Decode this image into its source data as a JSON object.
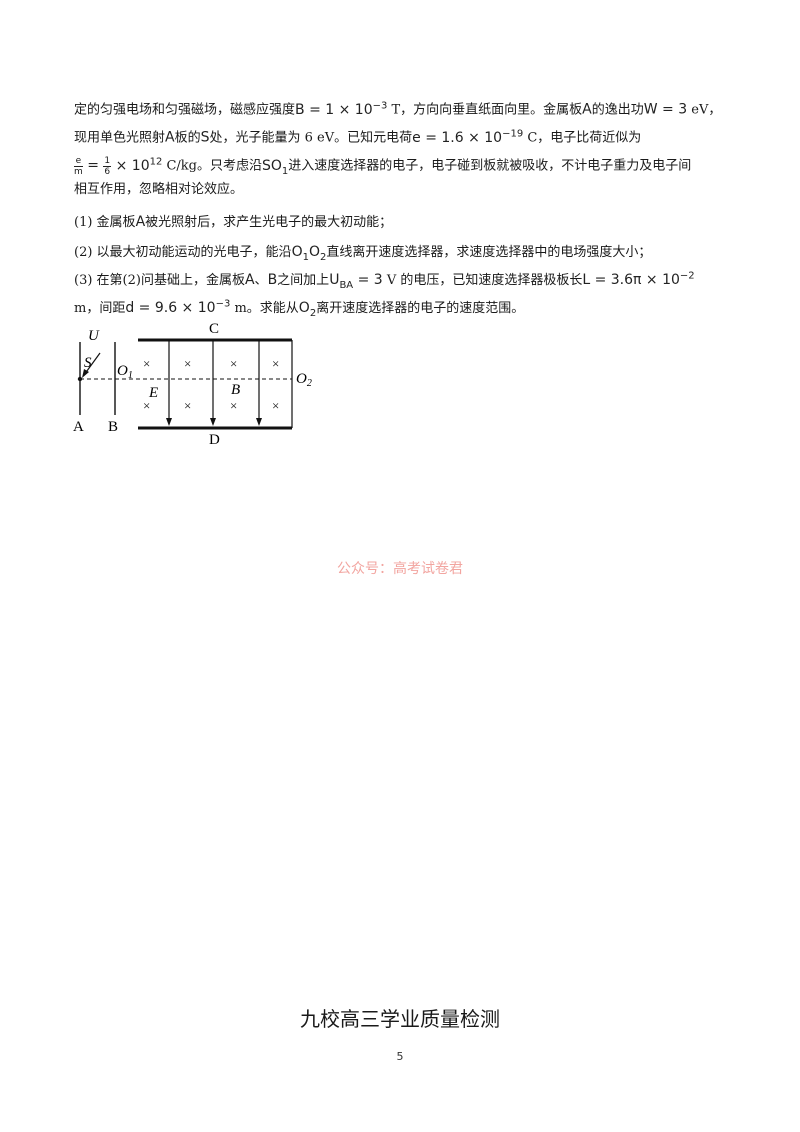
{
  "paragraph": {
    "l1": {
      "a": "定的匀强电场和匀强磁场，磁感应强度",
      "b_sym": "B = 1 × 10",
      "b_exp": "−3",
      "b_unit": " T，方向向垂直纸面向里。金属板",
      "A": "A",
      "c": "的逸出功",
      "w_sym": "W = 3",
      "w_unit": " eV，"
    },
    "l2": {
      "a": "现用单色光照射",
      "A": "A",
      "b": "板的",
      "S": "S",
      "c": "处，光子能量为 6 eV。已知元电荷",
      "e_sym": "e = 1.6 × 10",
      "e_exp": "−19",
      "d": " C，电子比荷近似为"
    },
    "l3": {
      "frac_num": "e",
      "frac_den": "m",
      "eq": " = ",
      "half_num": "1",
      "half_den": "6",
      "val": "× 10",
      "val_exp": "12",
      "unit": " C/kg。只考虑沿",
      "so": "SO",
      "so_sub": "1",
      "rest": "进入速度选择器的电子，电子碰到板就被吸收，不计电子重力及电子间"
    },
    "l4": "相互作用，忽略相对论效应。"
  },
  "questions": {
    "q1": {
      "a": "(1)  金属板",
      "A": "A",
      "b": "被光照射后，求产生光电子的最大初动能；"
    },
    "q2": {
      "a": "(2)  以最大初动能运动的光电子，能沿",
      "o1": "O",
      "o1_sub": "1",
      "o2": "O",
      "o2_sub": "2",
      "b": "直线离开速度选择器，求速度选择器中的电场强度大小；"
    },
    "q3": {
      "a": "(3)  在第(2)问基础上，金属板",
      "A": "A",
      "sep": "、",
      "B": "B",
      "b": "之间加上",
      "u_sym": "U",
      "u_sub": "BA",
      "u_val": " = 3",
      "c": "  V 的电压，已知速度选择器极板长",
      "L_sym": "L = 3.6π × 10",
      "L_exp": "−2",
      "line2_a": "m，间距",
      "d_sym": "d = 9.6 × 10",
      "d_exp": "−3",
      "line2_b": " m。求能从",
      "o2": "O",
      "o2_sub": "2",
      "line2_c": "离开速度选择器的电子的速度范围。"
    }
  },
  "figure": {
    "label_U": "U",
    "label_S": "S",
    "label_O1": "O",
    "label_O1_sub": "1",
    "label_O2": "O",
    "label_O2_sub": "2",
    "label_C": "C",
    "label_D": "D",
    "label_E": "E",
    "label_B_field": "B",
    "label_A": "A",
    "label_B_plate": "B",
    "cross": "×"
  },
  "watermark": "公众号：高考试卷君",
  "footer_title": "九校高三学业质量检测",
  "page_number": "5"
}
